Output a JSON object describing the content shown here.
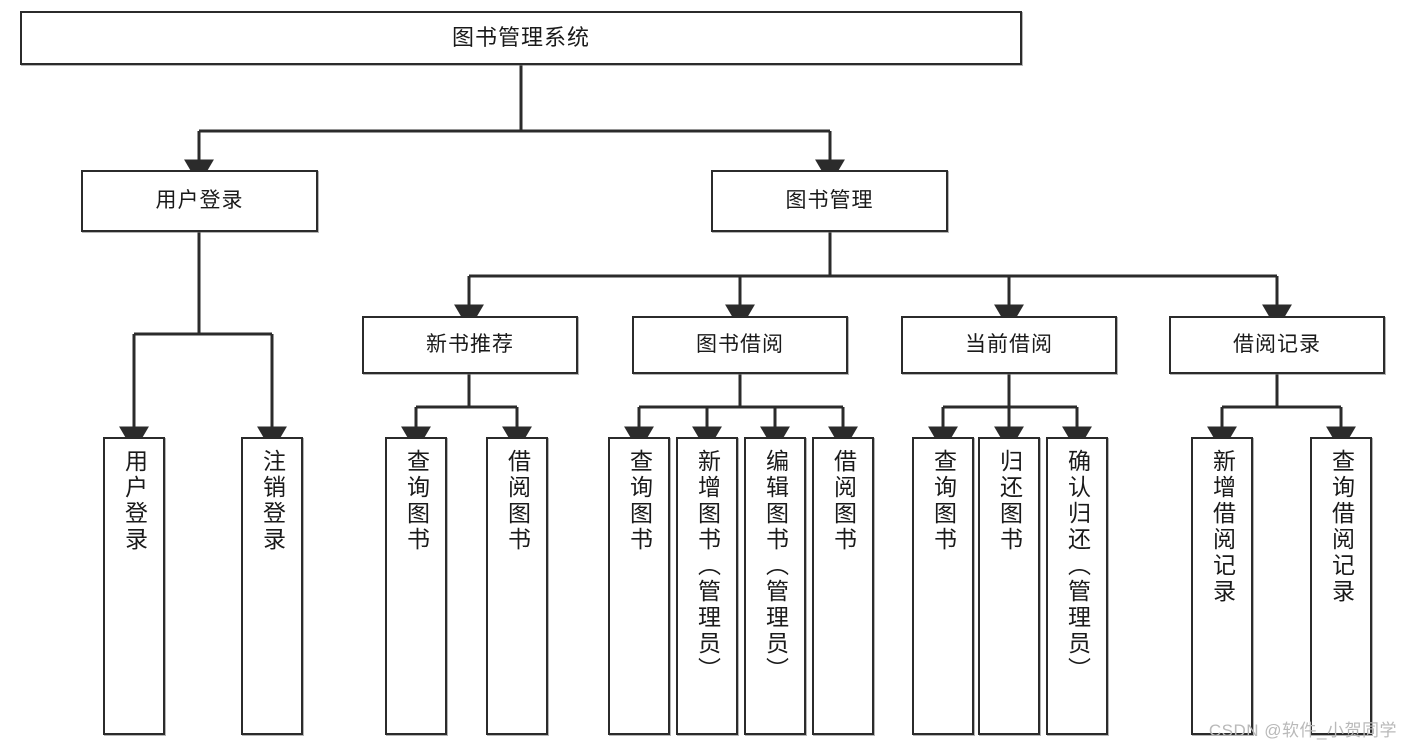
{
  "diagram": {
    "title": "图书管理系统",
    "type": "tree-hierarchy",
    "watermark": "CSDN @软件_小贺同学",
    "colors": {
      "stroke": "#2b2b2b",
      "box_fill": "#ffffff",
      "text": "#1a1a1a",
      "watermark": "#b9b9b9",
      "background": "#ffffff"
    },
    "nodes": {
      "root": {
        "label": "图书管理系统"
      },
      "level2": [
        {
          "label": "用户登录"
        },
        {
          "label": "图书管理"
        }
      ],
      "level3": [
        {
          "label": "新书推荐"
        },
        {
          "label": "图书借阅"
        },
        {
          "label": "当前借阅"
        },
        {
          "label": "借阅记录"
        }
      ],
      "leaves": {
        "user_login": [
          {
            "label": "用户登录"
          },
          {
            "label": "注销登录"
          }
        ],
        "new_book": [
          {
            "label": "查询图书"
          },
          {
            "label": "借阅图书"
          }
        ],
        "book_borrow": [
          {
            "label": "查询图书"
          },
          {
            "label": "新增图书（管理员）"
          },
          {
            "label": "编辑图书（管理员）"
          },
          {
            "label": "借阅图书"
          }
        ],
        "current_borrow": [
          {
            "label": "查询图书"
          },
          {
            "label": "归还图书"
          },
          {
            "label": "确认归还（管理员）"
          }
        ],
        "borrow_record": [
          {
            "label": "新增借阅记录"
          },
          {
            "label": "查询借阅记录"
          }
        ]
      }
    }
  }
}
